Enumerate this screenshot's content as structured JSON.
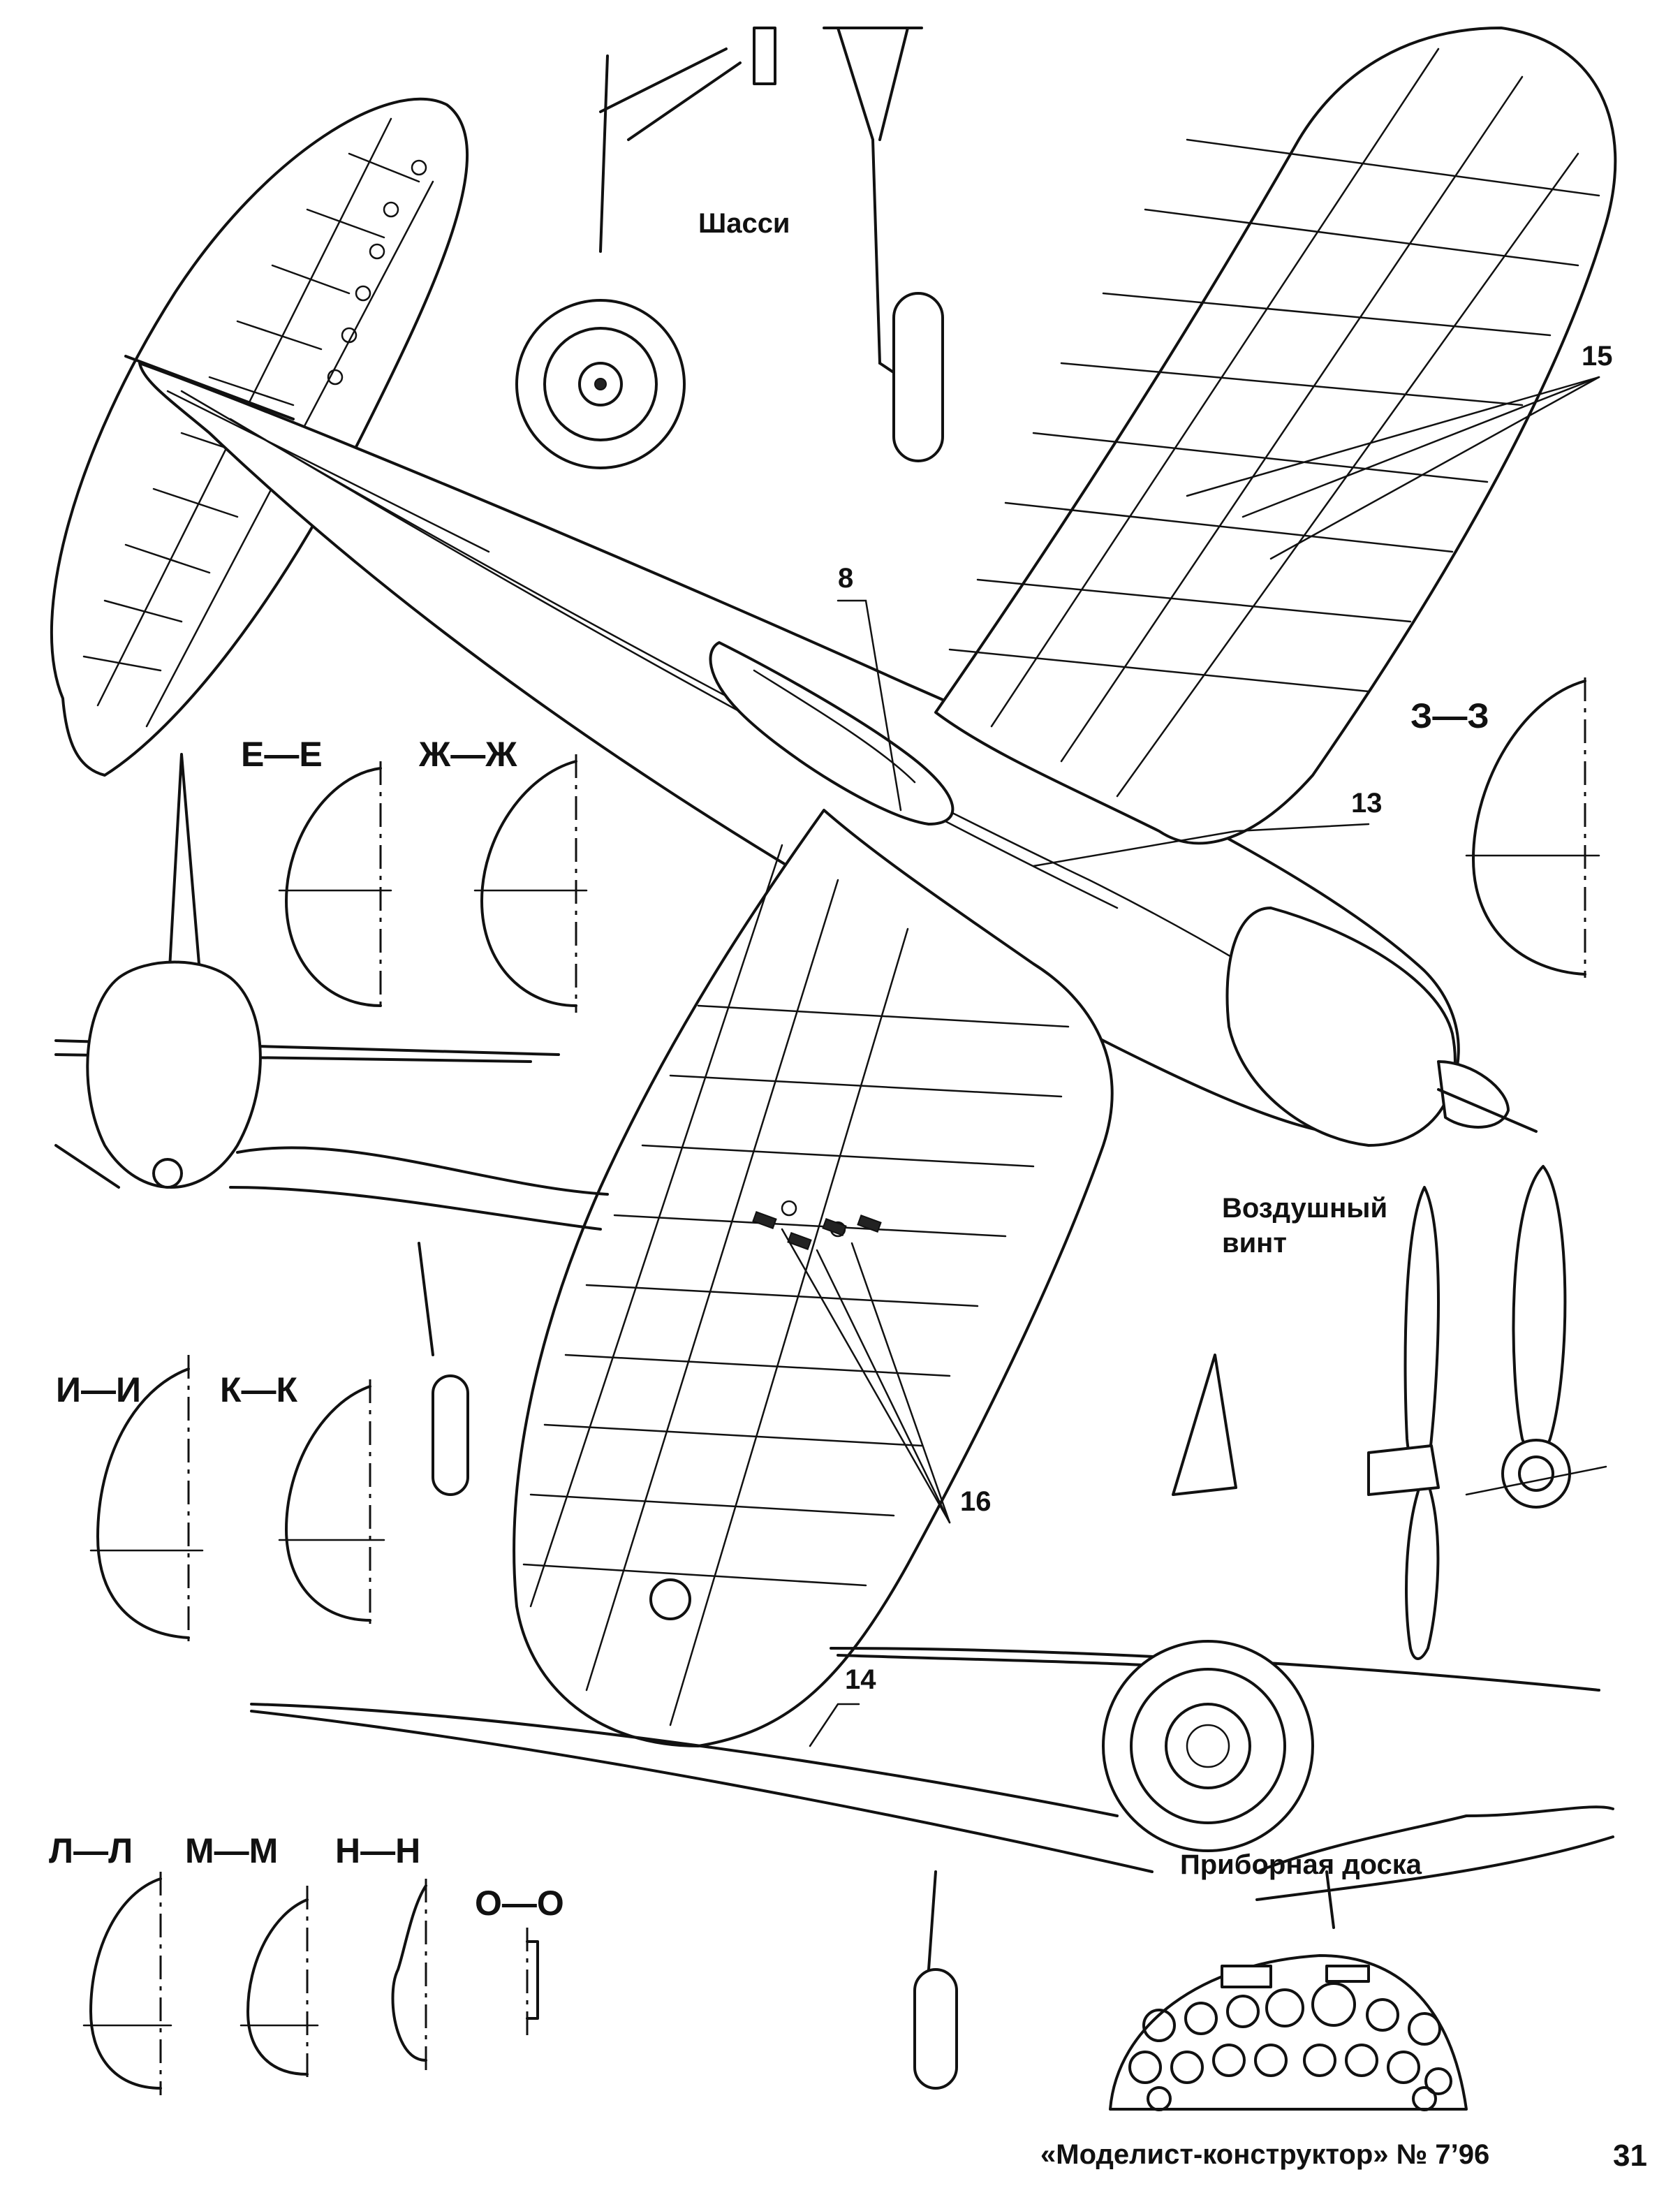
{
  "labels": {
    "landing_gear": "Шасси",
    "propeller": "Воздушный винт",
    "instrument_panel": "Приборная доска"
  },
  "callouts": {
    "c8": "8",
    "c13": "13",
    "c14": "14",
    "c15": "15",
    "c16": "16"
  },
  "sections": {
    "ee": "Е—Е",
    "zhzh": "Ж—Ж",
    "zz": "З—З",
    "ii": "И—И",
    "kk": "К—К",
    "ll": "Л—Л",
    "mm": "М—М",
    "nn": "Н—Н",
    "oo": "О—О"
  },
  "footer": {
    "magazine": "«Моделист-конструктор» № 7’96",
    "page_number": "31"
  }
}
